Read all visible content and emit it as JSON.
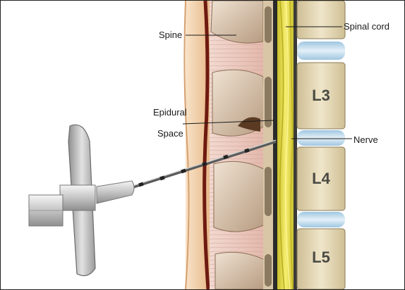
{
  "labels": {
    "spine": "Spine",
    "spinal_cord": "Spinal cord",
    "epidural_line1": "Epidural",
    "epidural_line2": "Space",
    "nerve": "Nerve"
  },
  "vertebrae": [
    "L3",
    "L4",
    "L5"
  ],
  "icons": [
    "needle-icon",
    "syringe-hub-icon"
  ],
  "colors": {
    "skin": "#f1d3ad",
    "muscle": "#e9c6bc",
    "bone_outer": "#d8c9a6",
    "bone_inner": "#efe5c9",
    "spinal_cord": "#f1e75a",
    "disc": "#bcd8ea",
    "dura": "#7b1e14",
    "needle_hub": "#d7d7d7"
  }
}
